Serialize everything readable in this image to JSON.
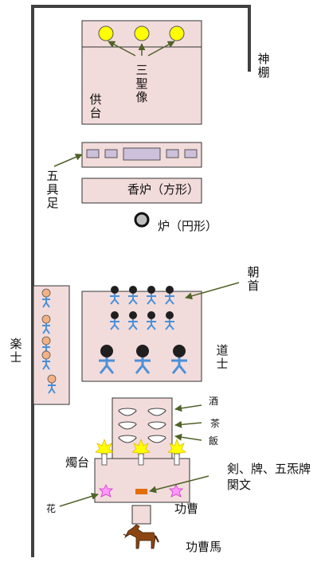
{
  "labels": {
    "kamidana": "神棚",
    "sanseizo": "三聖像",
    "kyodai": "供台",
    "gogusoku": "五具足",
    "koro_square": "香炉（方形）",
    "ro_round": "炉（円形）",
    "choshu": "朝首",
    "gakushi": "楽士",
    "doshi": "道士",
    "sake": "酒",
    "cha": "茶",
    "han": "飯",
    "shokudai": "燭台",
    "items": "剣、牌、五炁牌",
    "kanbun": "関文",
    "hana": "花",
    "kosou": "功曹",
    "kosouba": "功曹馬"
  },
  "colors": {
    "box_fill": "#f2dcdb",
    "yellow": "#ffff00",
    "purple": "#ccc0da",
    "figure_blue": "#4a90d9",
    "figure_head": "#1f1f1f",
    "musician_head": "#f4b183",
    "arrow": "#4f6228",
    "flower": "#ff99ff",
    "orange": "#e46c0a",
    "horse": "#8b4513"
  }
}
